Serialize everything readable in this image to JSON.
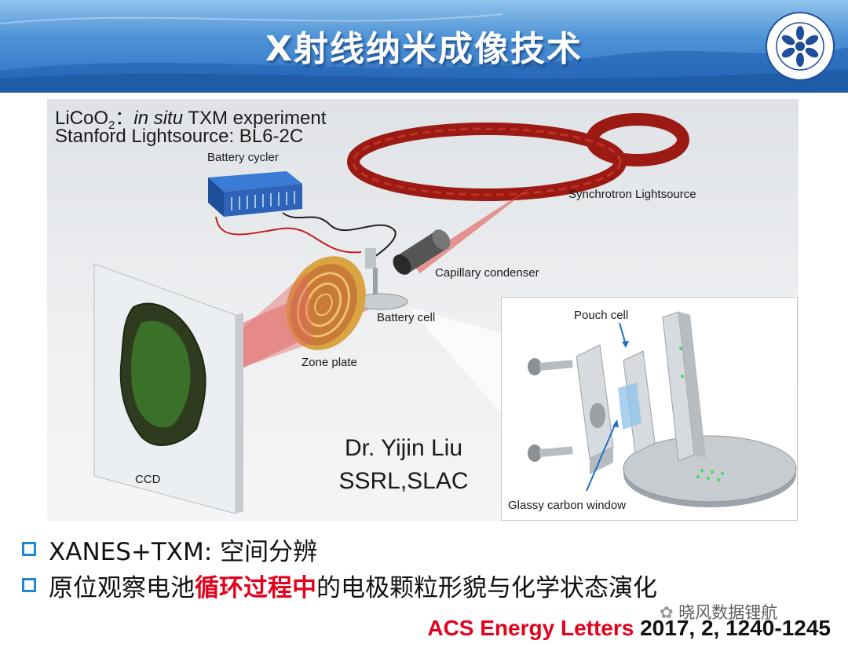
{
  "slide": {
    "title": "X射线纳米成像技术"
  },
  "figure": {
    "caption_line1_formula": "LiCoO",
    "caption_line1_subscript": "2",
    "caption_line1_sep": "：",
    "caption_line1_italic": "in situ",
    "caption_line1_rest": " TXM experiment",
    "caption_line2": "Stanford Lightsource: BL6-2C",
    "labels": {
      "battery_cycler": "Battery cycler",
      "synchrotron": "Synchrotron Lightsource",
      "capillary": "Capillary condenser",
      "battery_cell": "Battery cell",
      "zone_plate": "Zone plate",
      "ccd": "CCD",
      "pouch_cell": "Pouch cell",
      "glassy_carbon": "Glassy carbon window"
    },
    "credit_name": "Dr. Yijin Liu",
    "credit_affil": "SSRL,SLAC"
  },
  "bullets": {
    "item1": "XANES+TXM: 空间分辨",
    "item2_before": "原位观察电池",
    "item2_highlight": "循环过程中",
    "item2_after": "的电极颗粒形貌与化学状态演化"
  },
  "citation": {
    "journal": "ACS Energy Letters",
    "rest": " 2017, 2, 1240-1245"
  },
  "watermark": "晓风数据锂航",
  "colors": {
    "accent_blue": "#1e88d6",
    "highlight_red": "#e3001b",
    "header_blue": "#2a6fc2"
  }
}
